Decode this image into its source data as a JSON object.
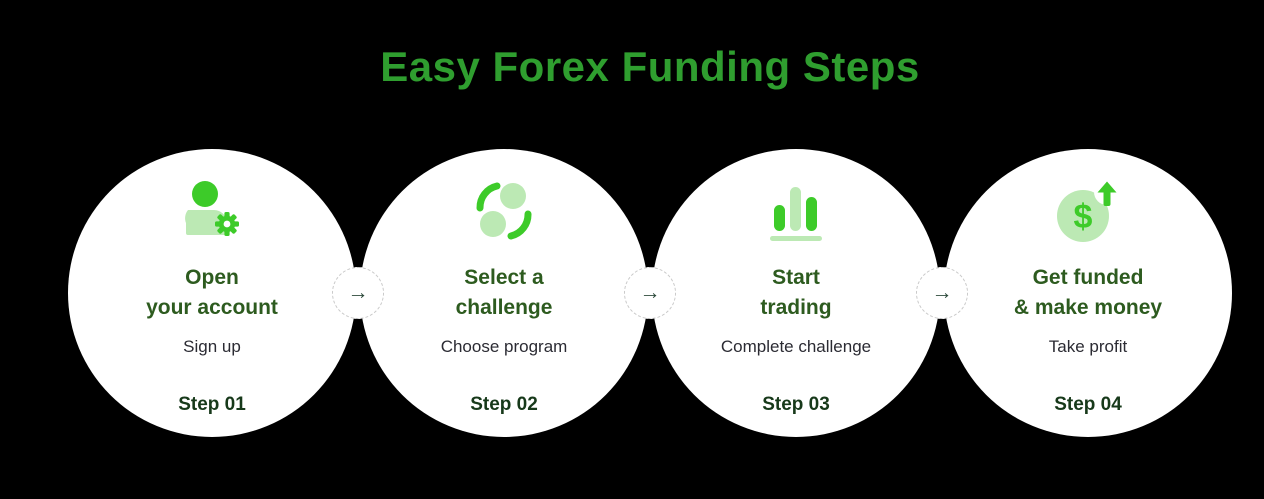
{
  "page": {
    "title": "Easy Forex Funding Steps",
    "background_color": "#000000",
    "title_color": "#2F9E2F"
  },
  "colors": {
    "icon_bright_green": "#3DCB29",
    "icon_light_green": "#BCE9B4",
    "heading_green": "#2D5B1F",
    "subtitle_dark": "#2B2B33",
    "circle_fill": "#FFFFFF",
    "connector_border": "#C9C9C9"
  },
  "connector": {
    "arrow_glyph": "→"
  },
  "icons": {
    "dollar_glyph": "$"
  },
  "steps": [
    {
      "icon": "user-gear-icon",
      "title_line1": "Open",
      "title_line2": "your account",
      "subtitle": "Sign up",
      "step_label": "Step 01"
    },
    {
      "icon": "exchange-icon",
      "title_line1": "Select a",
      "title_line2": "challenge",
      "subtitle": "Choose program",
      "step_label": "Step 02"
    },
    {
      "icon": "bar-chart-icon",
      "title_line1": "Start",
      "title_line2": "trading",
      "subtitle": "Complete challenge",
      "step_label": "Step 03"
    },
    {
      "icon": "money-growth-icon",
      "title_line1": "Get funded",
      "title_line2": "& make money",
      "subtitle": "Take profit",
      "step_label": "Step 04"
    }
  ]
}
